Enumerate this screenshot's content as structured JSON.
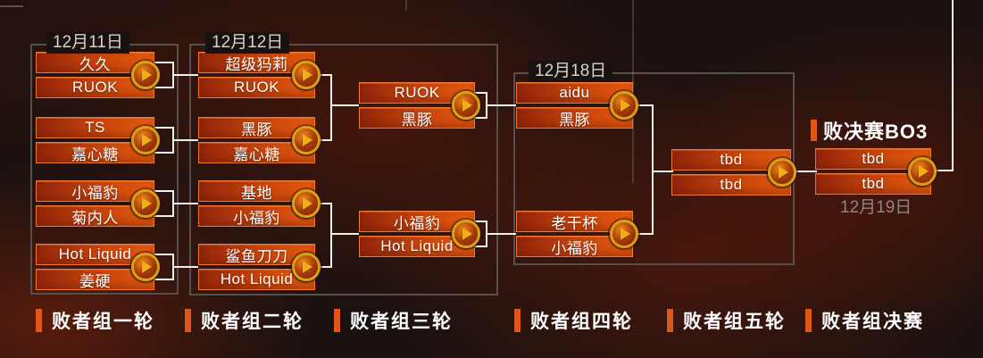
{
  "bracket": {
    "rounds": [
      {
        "date": "12月11日",
        "label": "败者组一轮",
        "matches": [
          {
            "top": "久久",
            "bottom": "RUOK"
          },
          {
            "top": "TS",
            "bottom": "嘉心糖"
          },
          {
            "top": "小福豹",
            "bottom": "菊内人"
          },
          {
            "top": "Hot Liquid",
            "bottom": "姜硬"
          }
        ]
      },
      {
        "date": "12月12日",
        "label": "败者组二轮",
        "matches": [
          {
            "top": "超级犸莉",
            "bottom": "RUOK"
          },
          {
            "top": "黑豚",
            "bottom": "嘉心糖"
          },
          {
            "top": "基地",
            "bottom": "小福豹"
          },
          {
            "top": "鲨鱼刀刀",
            "bottom": "Hot Liquid"
          }
        ]
      },
      {
        "label": "败者组三轮",
        "matches": [
          {
            "top": "RUOK",
            "bottom": "黑豚"
          },
          {
            "top": "小福豹",
            "bottom": "Hot Liquid"
          }
        ]
      },
      {
        "date": "12月18日",
        "label": "败者组四轮",
        "matches": [
          {
            "top": "aidu",
            "bottom": "黑豚"
          },
          {
            "top": "老干杯",
            "bottom": "小福豹"
          }
        ]
      },
      {
        "label": "败者组五轮",
        "matches": [
          {
            "top": "tbd",
            "bottom": "tbd"
          }
        ]
      },
      {
        "label": "败者组决赛",
        "final_title": "败决赛BO3",
        "date": "12月19日",
        "matches": [
          {
            "top": "tbd",
            "bottom": "tbd"
          }
        ]
      }
    ],
    "colors": {
      "team_gradient_start": "#92250a",
      "team_gradient_end": "#e35a0f",
      "gold_ring": "#d9a015",
      "accent_bar": "#dd5718",
      "connector": "#f2efeb",
      "frame": "#55504b"
    }
  }
}
